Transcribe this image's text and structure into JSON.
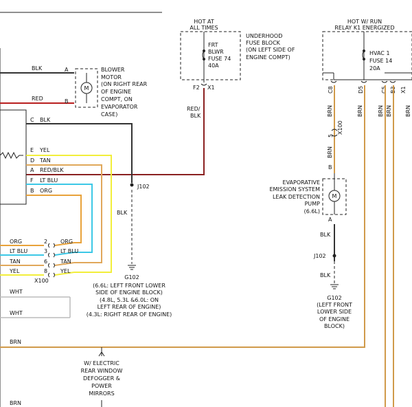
{
  "colors": {
    "blk": "#333333",
    "red": "#b81e1e",
    "yel": "#f2ee3a",
    "tan": "#e0a85a",
    "orange": "#e8a23a",
    "ltblu": "#3cc8e6",
    "brn": "#d09a4a",
    "redblk": "#8a2020",
    "outline": "#222222"
  },
  "hot_at_all_times": {
    "line1": "HOT AT",
    "line2": "ALL TIMES"
  },
  "underhood_fuse_block": {
    "lines": [
      "UNDERHOOD",
      "FUSE BLOCK",
      "(ON LEFT SIDE OF",
      "ENGINE COMPT)"
    ]
  },
  "fuse_74": {
    "lines": [
      "FRT",
      "BLWR",
      "FUSE 74",
      "40A"
    ]
  },
  "f2_label": "F2",
  "x1_label": "X1",
  "red_blk_vertical": {
    "line1": "RED/",
    "line2": "BLK"
  },
  "hot_w_run": {
    "line1": "HOT W/ RUN",
    "line2": "RELAY K1 ENERGIZED"
  },
  "fuse_14": {
    "lines": [
      "HVAC 1",
      "FUSE 14",
      "20A"
    ]
  },
  "c8_label": "C8",
  "d5_label": "D5",
  "b3_label": "B3",
  "c5_label": "C5",
  "x1_right_label": "X1",
  "blower_motor": {
    "lines": [
      "BLOWER",
      "MOTOR",
      "(ON RIGHT REAR",
      "OF ENGINE",
      "COMPT, ON",
      "EVAPORATOR",
      "CASE)"
    ],
    "pin_a": "A",
    "pin_b": "B"
  },
  "blower_wires": {
    "blk": "BLK",
    "red": "RED"
  },
  "left_connector": {
    "rows": [
      {
        "pin": "C",
        "wire": "BLK"
      },
      {
        "pin": "E",
        "wire": "YEL"
      },
      {
        "pin": "D",
        "wire": "TAN"
      },
      {
        "pin": "A",
        "wire": "RED/BLK"
      },
      {
        "pin": "F",
        "wire": "LT BLU"
      },
      {
        "pin": "B",
        "wire": "ORG"
      }
    ]
  },
  "x100_left": {
    "rows": [
      {
        "wire_left": "ORG",
        "pin": "2",
        "wire_right": "ORG"
      },
      {
        "wire_left": "LT BLU",
        "pin": "3",
        "wire_right": "LT BLU"
      },
      {
        "wire_left": "TAN",
        "pin": "6",
        "wire_right": "TAN"
      },
      {
        "wire_left": "YEL",
        "pin": "8",
        "wire_right": "YEL"
      }
    ],
    "label": "X100"
  },
  "wht_1": "WHT",
  "wht_2": "WHT",
  "j102_left": "J102",
  "blk_vertical": "BLK",
  "g102_left": {
    "label": "G102",
    "lines": [
      "(6.6L: LEFT FRONT LOWER",
      "SIDE OF ENGINE BLOCK)",
      "(4.8L, 5.3L &6.0L: ON",
      "LEFT REAR OF ENGINE)",
      "(4.3L: RIGHT REAR OF ENGINE)"
    ]
  },
  "brn_bus": "BRN",
  "brn_bottom": "BRN",
  "rear_window": {
    "lines": [
      "W/ ELECTRIC",
      "REAR WINDOW",
      "DEFOGGER &",
      "POWER",
      "MIRRORS"
    ]
  },
  "right_brn_labels": {
    "c8": "BRN",
    "d5": "BRN",
    "b3": "BRN",
    "c5": "BRN",
    "x1": "BRN"
  },
  "x100_right": {
    "pin": "5",
    "label": "X100",
    "wire": "BRN"
  },
  "evap_pump": {
    "lines": [
      "EVAPORATIVE",
      "EMISSION SYSTEM",
      "LEAK DETECTION",
      "PUMP",
      "(6.6L)"
    ],
    "pin_b": "B",
    "pin_a": "A"
  },
  "evap_blk_1": "BLK",
  "j102_right": "J102",
  "evap_blk_2": "BLK",
  "g102_right": {
    "label": "G102",
    "lines": [
      "(LEFT FRONT",
      "LOWER SIDE",
      "OF ENGINE",
      "BLOCK)"
    ]
  }
}
